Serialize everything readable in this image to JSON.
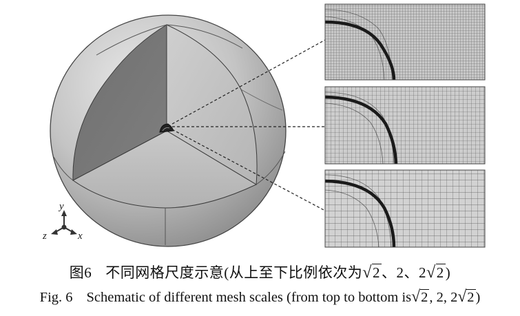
{
  "figure": {
    "axes": {
      "y": "y",
      "z": "z",
      "x": "x"
    }
  },
  "caption_cn": {
    "label": "图6",
    "text": "不同网格尺度示意(从上至下比例依次为",
    "root_sign": "√",
    "radicand": "2",
    "middle": "、2、2",
    "close": ")"
  },
  "caption_en": {
    "label": "Fig. 6",
    "text": "Schematic of different mesh scales (from top to bottom is",
    "root_sign": "√",
    "radicand": "2",
    "middle": ", 2, 2",
    "close": ")"
  }
}
